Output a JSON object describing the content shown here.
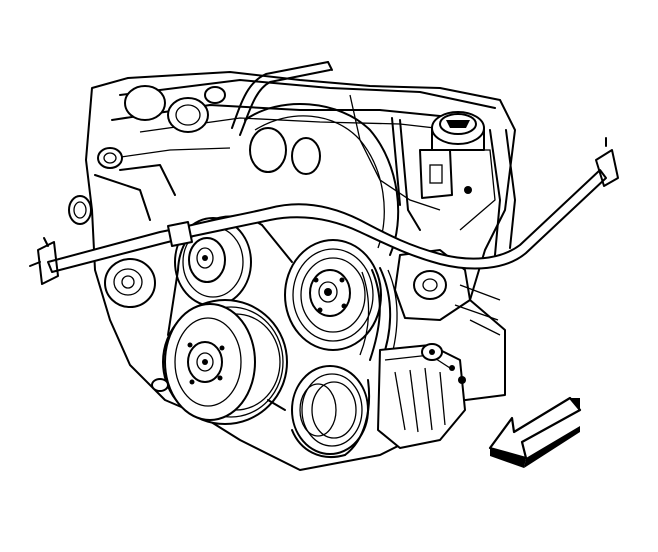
{
  "diagram": {
    "type": "engine-accessory-drive-line-art",
    "colors": {
      "line": "#000000",
      "background": "#ffffff"
    },
    "parts": [
      "crankshaft-pulley",
      "power-steering-pulley",
      "idler-pulley",
      "generator-pulley",
      "belt-tensioner",
      "drive-belt",
      "coolant-hose-bar",
      "front-view-arrow"
    ]
  }
}
